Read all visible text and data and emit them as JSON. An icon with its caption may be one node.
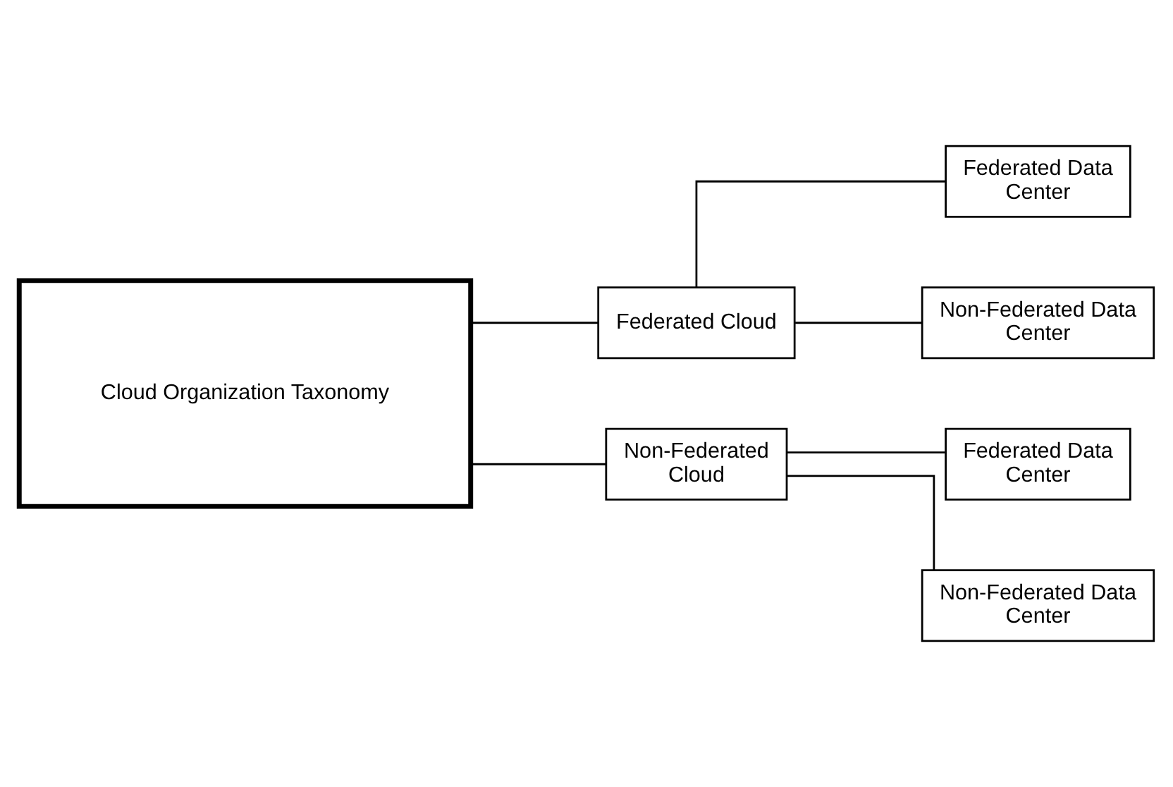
{
  "diagram": {
    "nodes": [
      {
        "text": [
          "Cloud Organization Taxonomy"
        ]
      },
      {
        "text": [
          "Federated Cloud"
        ]
      },
      {
        "text": [
          "Federated Data Center"
        ]
      },
      {
        "text": [
          "Non-Federated Data Center"
        ]
      },
      {
        "text": [
          "Non-Federated Cloud"
        ]
      },
      {
        "text": [
          "Federated Data Center"
        ]
      },
      {
        "text": [
          "Non-Federated Data Center"
        ]
      }
    ],
    "edges": [
      {
        "from": 0,
        "to": 1,
        "arrow": "none"
      },
      {
        "from": 0,
        "to": 4,
        "arrow": "none"
      },
      {
        "from": 1,
        "to": 2,
        "arrow": "none"
      },
      {
        "from": 1,
        "to": 3,
        "arrow": "none"
      },
      {
        "from": 4,
        "to": 5,
        "arrow": "none"
      },
      {
        "from": 4,
        "to": 6,
        "arrow": "none"
      }
    ]
  }
}
